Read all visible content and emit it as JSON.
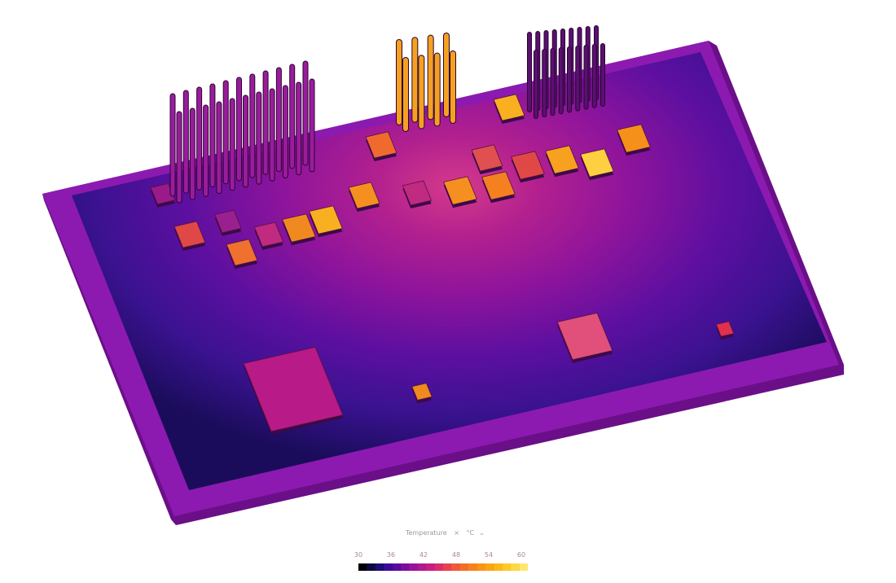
{
  "legend": {
    "title": "Temperature",
    "clear_symbol": "×",
    "unit": "°C",
    "unit_dropdown_icon": "chevron-down-icon",
    "tick_labels": [
      "30",
      "36",
      "42",
      "48",
      "54",
      "60"
    ],
    "min": 30,
    "max": 60,
    "colormap": [
      "#000000",
      "#0d0a40",
      "#1e0c78",
      "#3a0a9a",
      "#5a0a9e",
      "#7a0e9e",
      "#96149a",
      "#b0188e",
      "#c81c82",
      "#d82c6a",
      "#e84050",
      "#f0583a",
      "#f26e26",
      "#f5821c",
      "#f89416",
      "#faa614",
      "#fcb818",
      "#fdc828",
      "#fdd840",
      "#fce870"
    ]
  },
  "colors": {
    "board_edge": "#8a1aa8",
    "board_hot": "#c42a8c",
    "board_cold": "#20107a"
  }
}
